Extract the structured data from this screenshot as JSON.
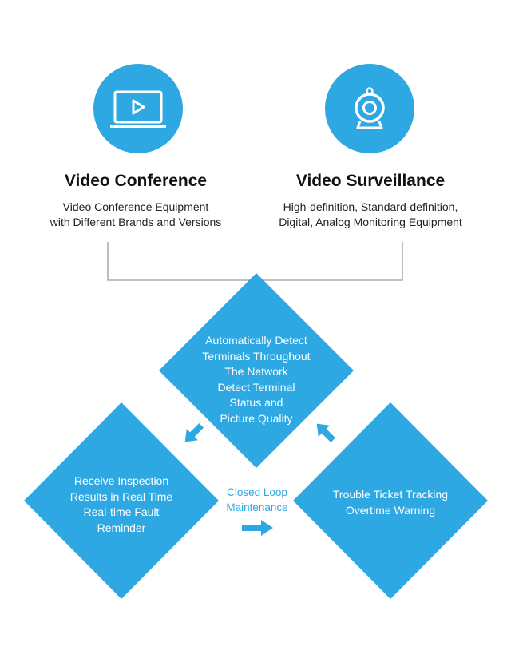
{
  "top": {
    "left": {
      "icon": "laptop-play-icon",
      "title": "Video Conference",
      "lines": [
        "Video Conference Equipment",
        "with Different Brands and Versions"
      ]
    },
    "right": {
      "icon": "webcam-icon",
      "title": "Video Surveillance",
      "lines": [
        "High-definition, Standard-definition,",
        "Digital, Analog Monitoring Equipment"
      ]
    }
  },
  "diamonds": {
    "top": {
      "lines": [
        "Automatically Detect",
        "Terminals Throughout",
        "The Network",
        "Detect Terminal",
        "Status and",
        "Picture Quality"
      ]
    },
    "left": {
      "lines": [
        "Receive Inspection",
        "Results in Real Time",
        "Real-time Fault",
        "Reminder"
      ]
    },
    "right": {
      "lines": [
        "Trouble Ticket Tracking",
        "Overtime Warning"
      ]
    }
  },
  "center": {
    "lines": [
      "Closed Loop",
      "Maintenance"
    ]
  },
  "colors": {
    "accent": "#2ea8e3",
    "connector": "#9a9a9a"
  }
}
